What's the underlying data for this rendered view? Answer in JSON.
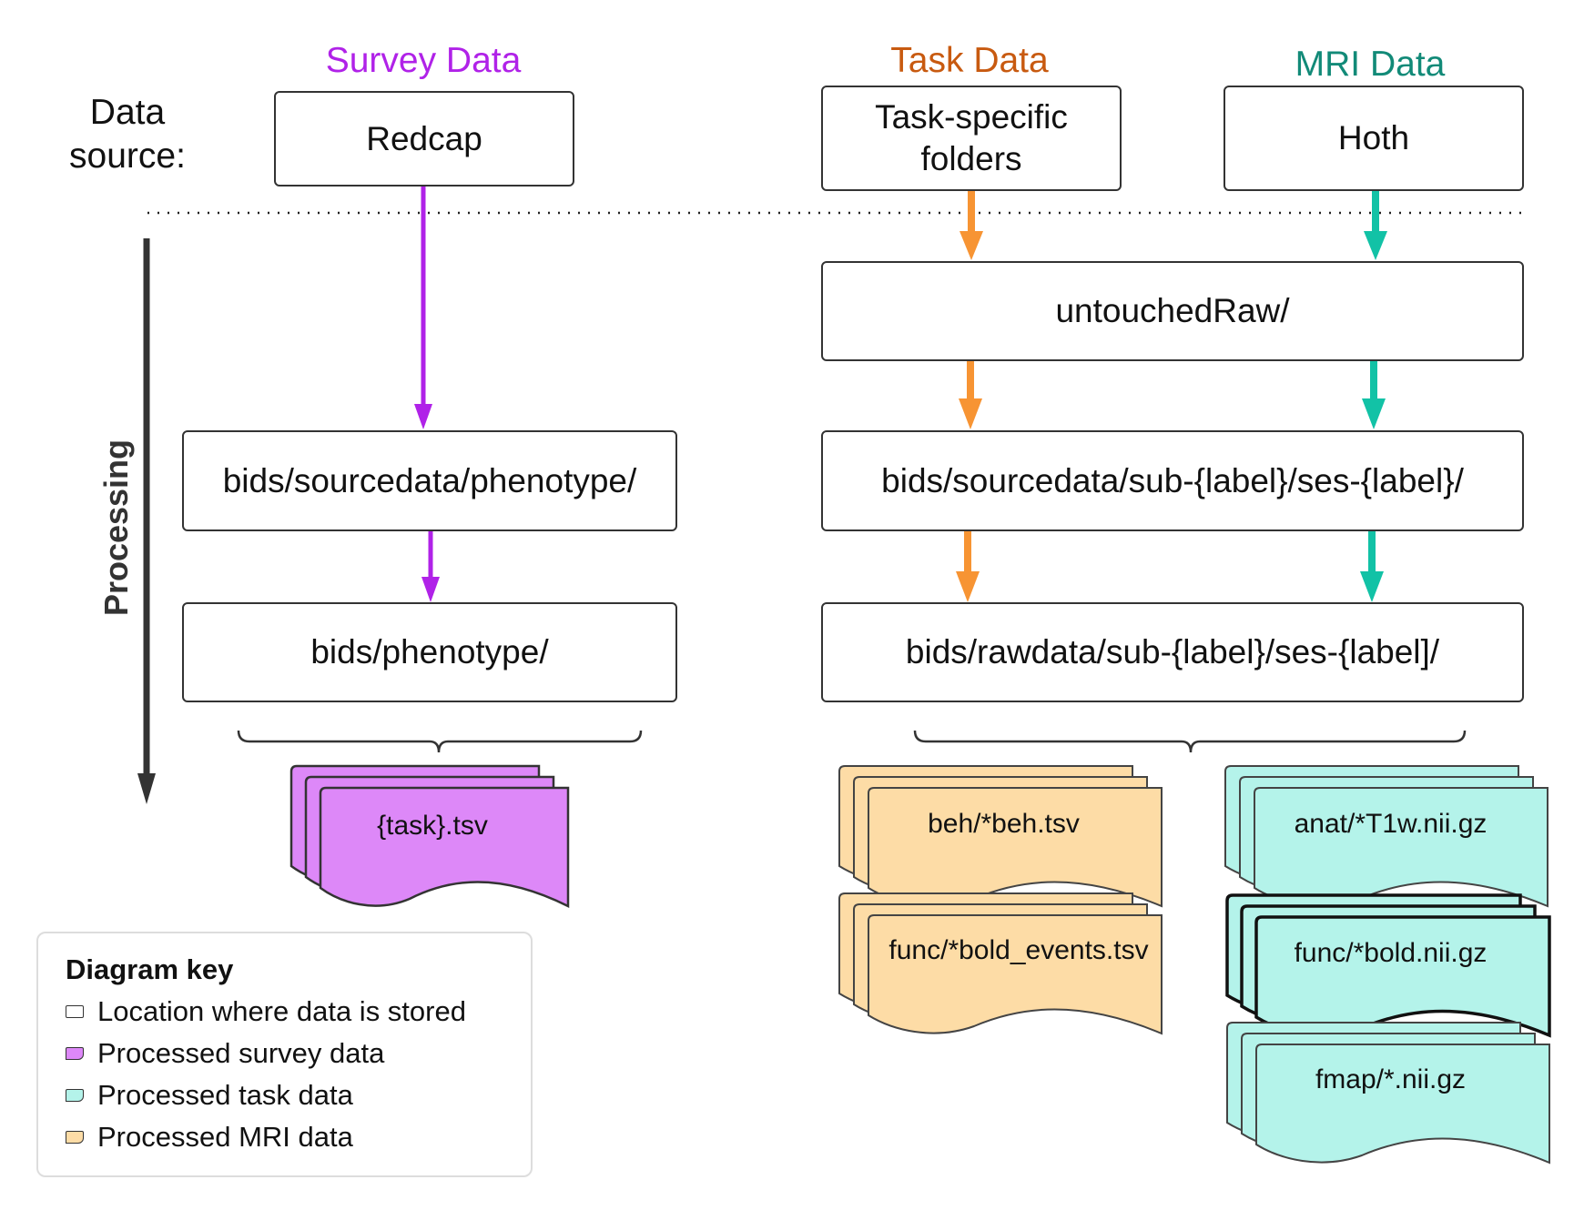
{
  "headers": {
    "survey": "Survey Data",
    "task": "Task Data",
    "mri": "MRI Data"
  },
  "data_source_label": "Data\nsource:",
  "processing_label": "Processing",
  "boxes": {
    "redcap": "Redcap",
    "task_folders": "Task-specific folders",
    "hoth": "Hoth",
    "untouched": "untouchedRaw/",
    "src_phenotype": "bids/sourcedata/phenotype/",
    "src_sub": "bids/sourcedata/sub-{label}/ses-{label}/",
    "phenotype": "bids/phenotype/",
    "rawdata": "bids/rawdata/sub-{label}/ses-{label]/"
  },
  "files": {
    "survey": [
      "{task}.tsv"
    ],
    "task": [
      "beh/*beh.tsv",
      "func/*bold_events.tsv"
    ],
    "mri": [
      "anat/*T1w.nii.gz",
      "func/*bold.nii.gz",
      "fmap/*.nii.gz"
    ]
  },
  "key": {
    "title": "Diagram key",
    "items": [
      {
        "label": "Location where data is stored",
        "color": "#ffffff"
      },
      {
        "label": "Processed survey data",
        "color": "#dd88f8"
      },
      {
        "label": "Processed task data",
        "color": "#b4f3ea"
      },
      {
        "label": "Processed MRI data",
        "color": "#fddca6"
      }
    ]
  },
  "colors": {
    "survey": "#b022e8",
    "task": "#f79433",
    "mri": "#12c2a6",
    "survey_header": "#b022e8",
    "task_header": "#c85a10",
    "mri_header": "#128a78",
    "survey_fill": "#dd88f8",
    "task_fill": "#fddca6",
    "mri_fill": "#b4f3ea"
  }
}
